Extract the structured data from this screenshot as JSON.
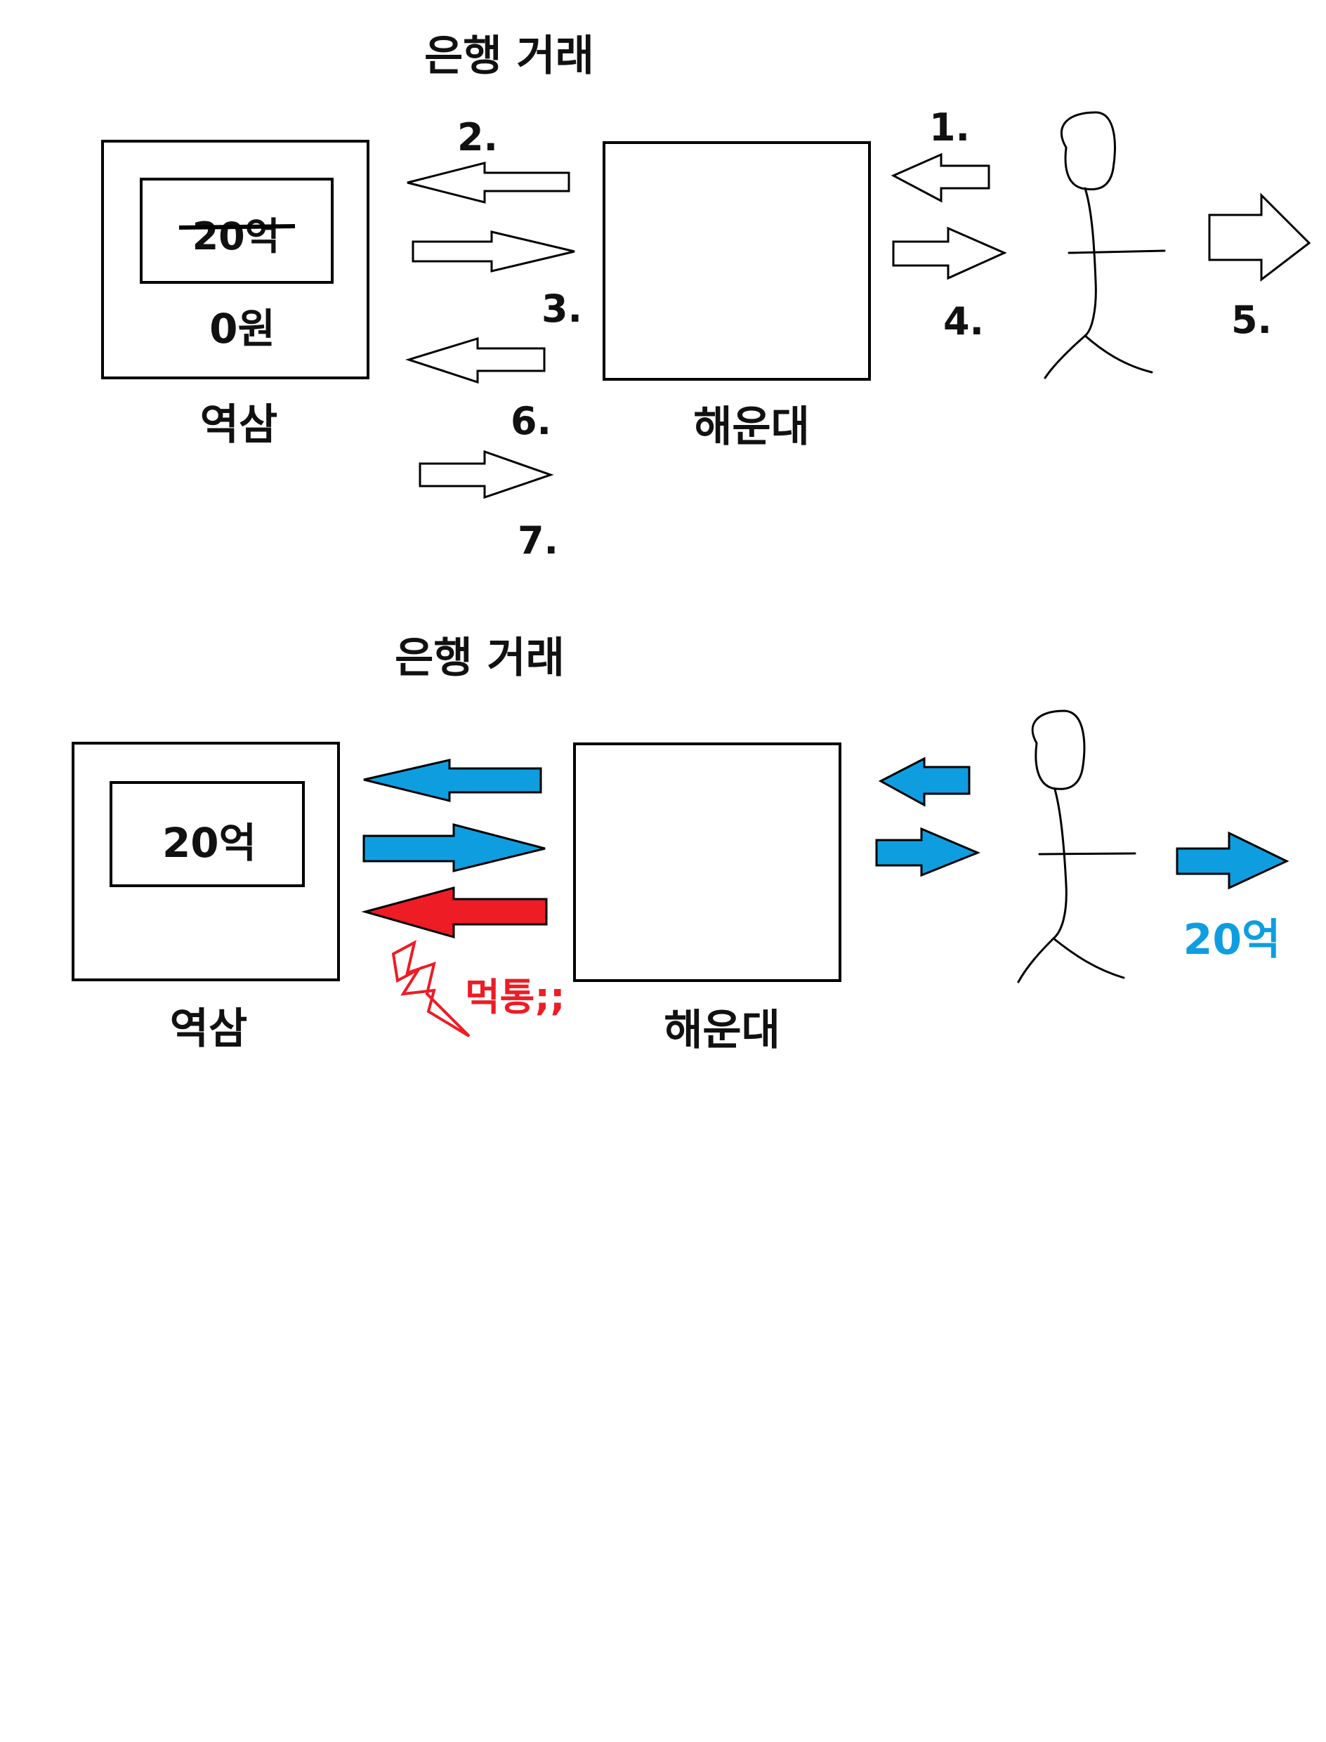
{
  "colors": {
    "blue": "#0e9ee0",
    "red": "#ee1c24",
    "line": "#000000"
  },
  "diagram1": {
    "title": "은행 거래",
    "bank_left_label": "역삼",
    "bank_right_label": "해운대",
    "balance_struck": "20억",
    "balance_now": "0원",
    "steps": [
      "1.",
      "2.",
      "3.",
      "4.",
      "5.",
      "6.",
      "7."
    ]
  },
  "diagram2": {
    "title": "은행 거래",
    "bank_left_label": "역삼",
    "bank_right_label": "해운대",
    "balance": "20억",
    "outcome_amount": "20억",
    "failure_text": "먹통;;"
  }
}
